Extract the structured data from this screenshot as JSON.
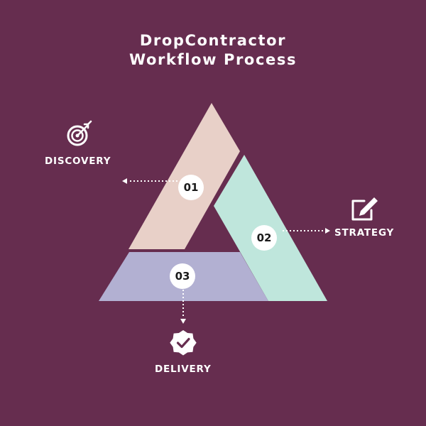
{
  "title": {
    "line1": "DropContractor",
    "line2": "Workflow Process"
  },
  "colors": {
    "background": "#662d4f",
    "segment_discovery": "#e8d0c8",
    "segment_strategy": "#bfe6dc",
    "segment_delivery": "#b2b0d2",
    "badge": "#ffffff",
    "text": "#ffffff"
  },
  "stages": [
    {
      "number": "01",
      "label": "DISCOVERY",
      "icon": "target-icon"
    },
    {
      "number": "02",
      "label": "STRATEGY",
      "icon": "edit-icon"
    },
    {
      "number": "03",
      "label": "DELIVERY",
      "icon": "verified-badge-icon"
    }
  ]
}
